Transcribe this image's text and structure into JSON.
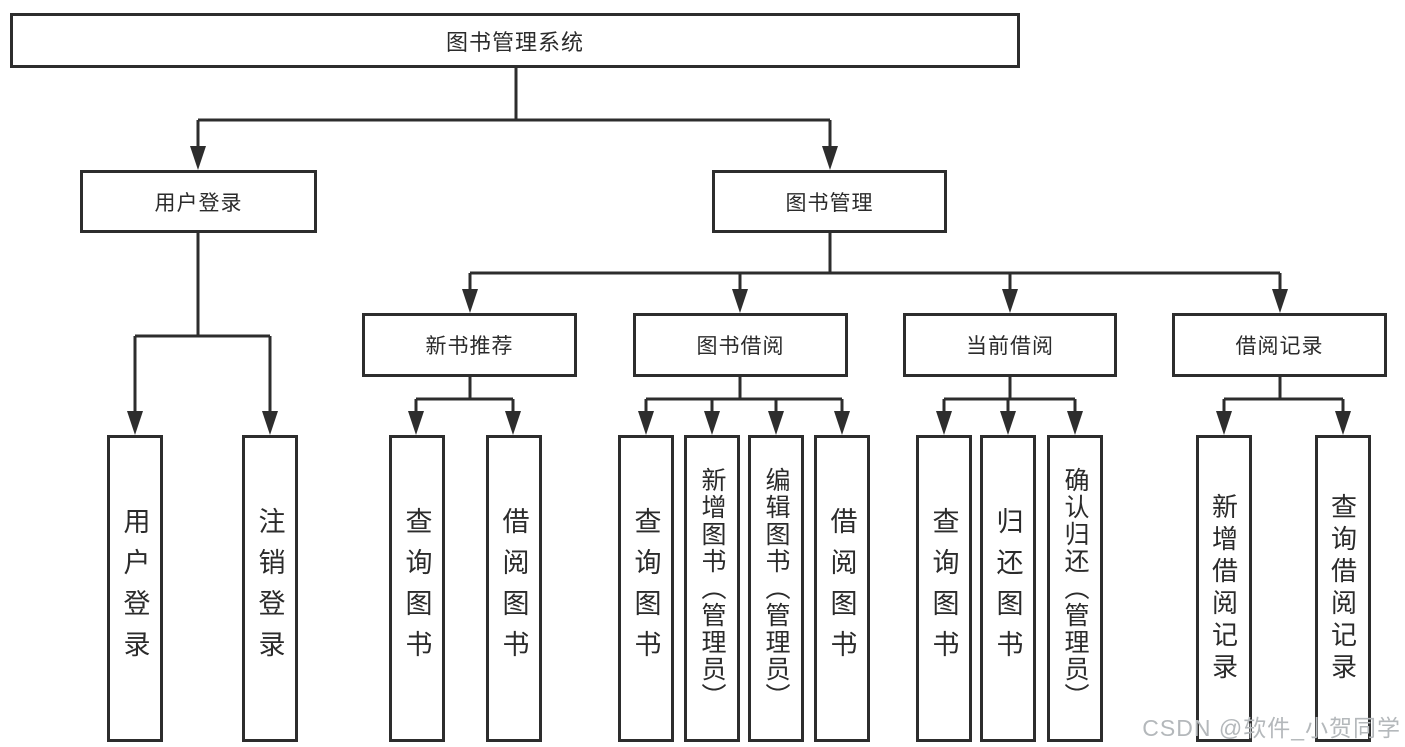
{
  "diagram": {
    "root": {
      "label": "图书管理系统"
    },
    "level2": [
      {
        "label": "用户登录"
      },
      {
        "label": "图书管理"
      }
    ],
    "level3": [
      {
        "label": "新书推荐"
      },
      {
        "label": "图书借阅"
      },
      {
        "label": "当前借阅"
      },
      {
        "label": "借阅记录"
      }
    ],
    "leaves": [
      {
        "label": "用户登录",
        "parent": "用户登录"
      },
      {
        "label": "注销登录",
        "parent": "用户登录"
      },
      {
        "label": "查询图书",
        "parent": "新书推荐"
      },
      {
        "label": "借阅图书",
        "parent": "新书推荐"
      },
      {
        "label": "查询图书",
        "parent": "图书借阅"
      },
      {
        "label": "新增图书（管理员）",
        "parent": "图书借阅"
      },
      {
        "label": "编辑图书（管理员）",
        "parent": "图书借阅"
      },
      {
        "label": "借阅图书",
        "parent": "图书借阅"
      },
      {
        "label": "查询图书",
        "parent": "当前借阅"
      },
      {
        "label": "归还图书",
        "parent": "当前借阅"
      },
      {
        "label": "确认归还（管理员）",
        "parent": "当前借阅"
      },
      {
        "label": "新增借阅记录",
        "parent": "借阅记录"
      },
      {
        "label": "查询借阅记录",
        "parent": "借阅记录"
      }
    ],
    "colors": {
      "line": "#2d2d2d",
      "box_fill": "#ffffff",
      "text": "#2b2b2b"
    }
  },
  "watermark": {
    "text": "CSDN @软件_小贺同学",
    "color": "#b4b8bb"
  }
}
